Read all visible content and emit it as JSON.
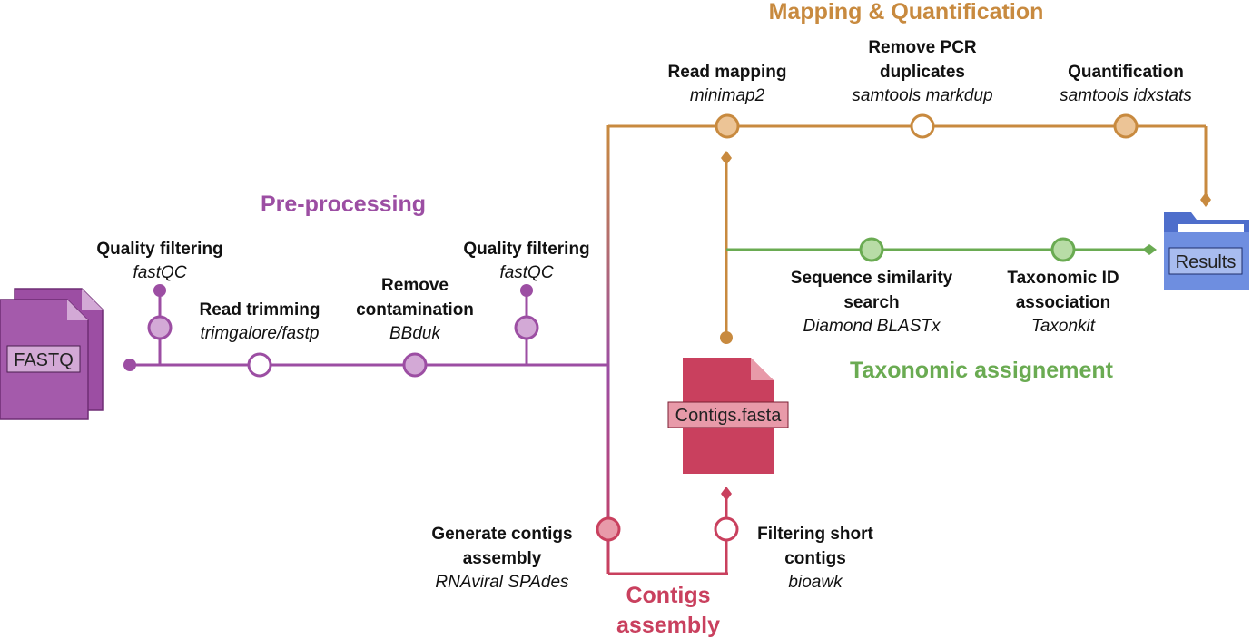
{
  "sections": {
    "preprocessing": "Pre-processing",
    "mapping": "Mapping & Quantification",
    "taxonomic": "Taxonomic assignement",
    "contigs_line1": "Contigs",
    "contigs_line2": "assembly"
  },
  "files": {
    "input": "FASTQ",
    "contigs": "Contigs.fasta",
    "results": "Results"
  },
  "steps": {
    "qf1": {
      "line1": "Quality filtering",
      "tool": "fastQC"
    },
    "trim": {
      "line1": "Read trimming",
      "tool": "trimgalore/fastp"
    },
    "contam": {
      "line1": "Remove",
      "line2": "contamination",
      "tool": "BBduk"
    },
    "qf2": {
      "line1": "Quality filtering",
      "tool": "fastQC"
    },
    "mapping": {
      "line1": "Read mapping",
      "tool": "minimap2"
    },
    "dedup": {
      "line1": "Remove PCR",
      "line2": "duplicates",
      "tool": "samtools markdup"
    },
    "quant": {
      "line1": "Quantification",
      "tool": "samtools idxstats"
    },
    "simsearch": {
      "line1": "Sequence similarity",
      "line2": "search",
      "tool": "Diamond BLASTx"
    },
    "taxid": {
      "line1": "Taxonomic ID",
      "line2": "association",
      "tool": "Taxonkit"
    },
    "assembly": {
      "line1": "Generate contigs",
      "line2": "assembly",
      "tool": "RNAviral SPAdes"
    },
    "filter": {
      "line1": "Filtering short",
      "line2": "contigs",
      "tool": "bioawk"
    }
  },
  "colors": {
    "preprocessing": "#9c4ea3",
    "preprocessing_fill": "#d3a9d6",
    "mapping": "#c88a3f",
    "mapping_fill": "#ecc496",
    "taxonomic": "#6aab52",
    "taxonomic_fill": "#b8dca6",
    "contigs": "#c9405e",
    "contigs_fill": "#e89aa9",
    "results_folder": "#5b7cd6"
  }
}
